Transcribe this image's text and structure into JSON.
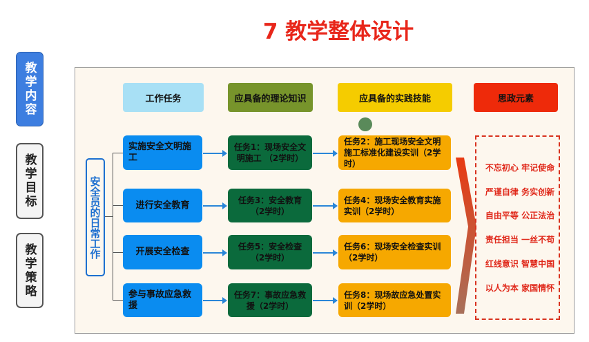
{
  "title": "7 教学整体设计",
  "side_tabs": [
    {
      "label": "教学内容",
      "active": true
    },
    {
      "label": "教学目标",
      "active": false
    },
    {
      "label": "教学策略",
      "active": false
    }
  ],
  "headers": {
    "work": "工作任务",
    "theory": "应具备的理论知识",
    "practice": "应具备的实践技能",
    "ideology": "思政元素"
  },
  "colors": {
    "work": "#a8e0f5",
    "theory": "#77942b",
    "practice": "#f5cc00",
    "ideology": "#ee2a0a"
  },
  "root": "安全员的日常工作",
  "rows": [
    {
      "work": "实施安全文明施工",
      "theory": "任务1：现场安全文明施工 （2学时）",
      "practice": "任务2：施工现场安全文明施工标准化建设实训（2学时）"
    },
    {
      "work": "进行安全教育",
      "theory": "任务3：安全教育（2学时）",
      "practice": "任务4：现场安全教育实施实训（2学时）"
    },
    {
      "work": "开展安全检查",
      "theory": "任务5：安全检查（2学时）",
      "practice": "任务6：现场安全检查实训（2学时）"
    },
    {
      "work": "参与事故应急救援",
      "theory": "任务7：事故应急救援（2学时）",
      "practice": "任务8：现场故应急处置实训（2学时）"
    }
  ],
  "values": [
    "不忘初心 牢记使命",
    "严谨自律 务实创新",
    "自由平等 公正法治",
    "责任担当 一丝不苟",
    "红线意识 智慧中国",
    "以人为本 家国情怀"
  ]
}
